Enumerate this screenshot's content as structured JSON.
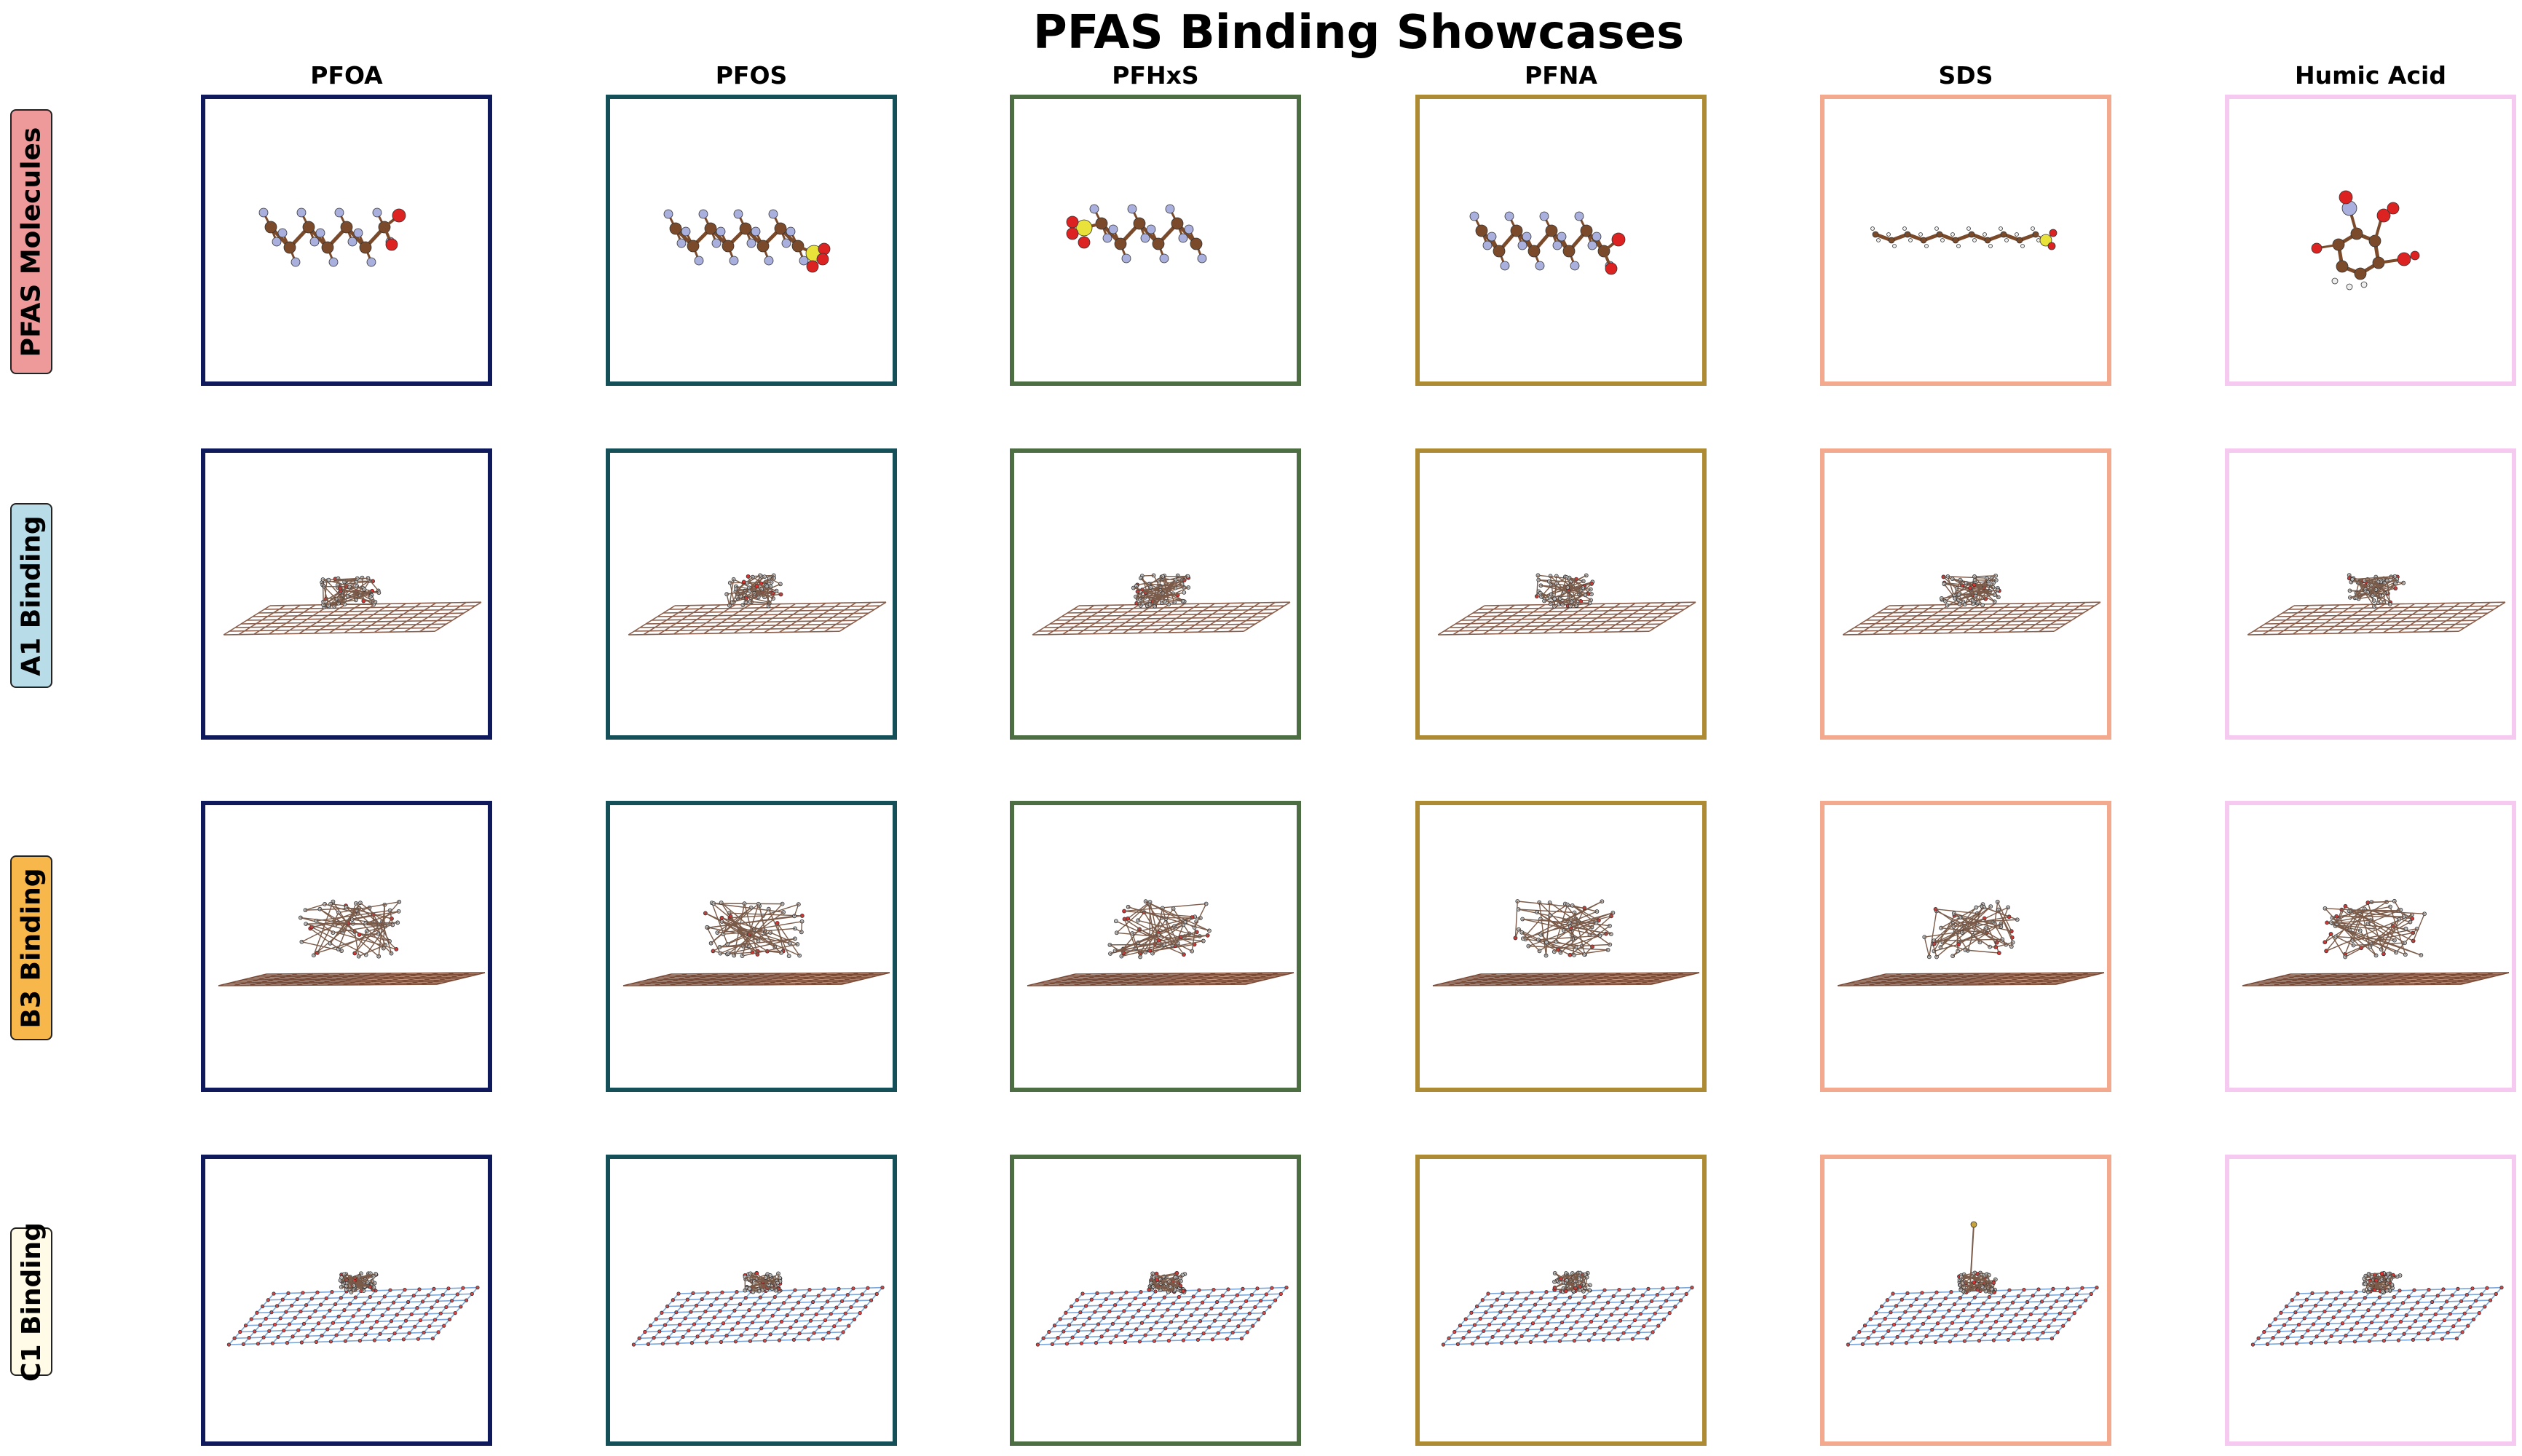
{
  "title": "PFAS Binding Showcases",
  "columns": [
    {
      "label": "PFOA",
      "color": "#0e1a5b"
    },
    {
      "label": "PFOS",
      "color": "#154f57"
    },
    {
      "label": "PFHxS",
      "color": "#4c6e42"
    },
    {
      "label": "PFNA",
      "color": "#ad8b35"
    },
    {
      "label": "SDS",
      "color": "#f2a98e"
    },
    {
      "label": "Humic Acid",
      "color": "#f5c9f0"
    }
  ],
  "rows": [
    {
      "label": "PFAS Molecules",
      "bg": "#ef9a9a",
      "kind": "molecule"
    },
    {
      "label": "A1 Binding",
      "bg": "#b9dde8",
      "kind": "a1"
    },
    {
      "label": "B3 Binding",
      "bg": "#f8b74a",
      "kind": "b3"
    },
    {
      "label": "C1 Binding",
      "bg": "#fffbe6",
      "kind": "c1"
    }
  ]
}
